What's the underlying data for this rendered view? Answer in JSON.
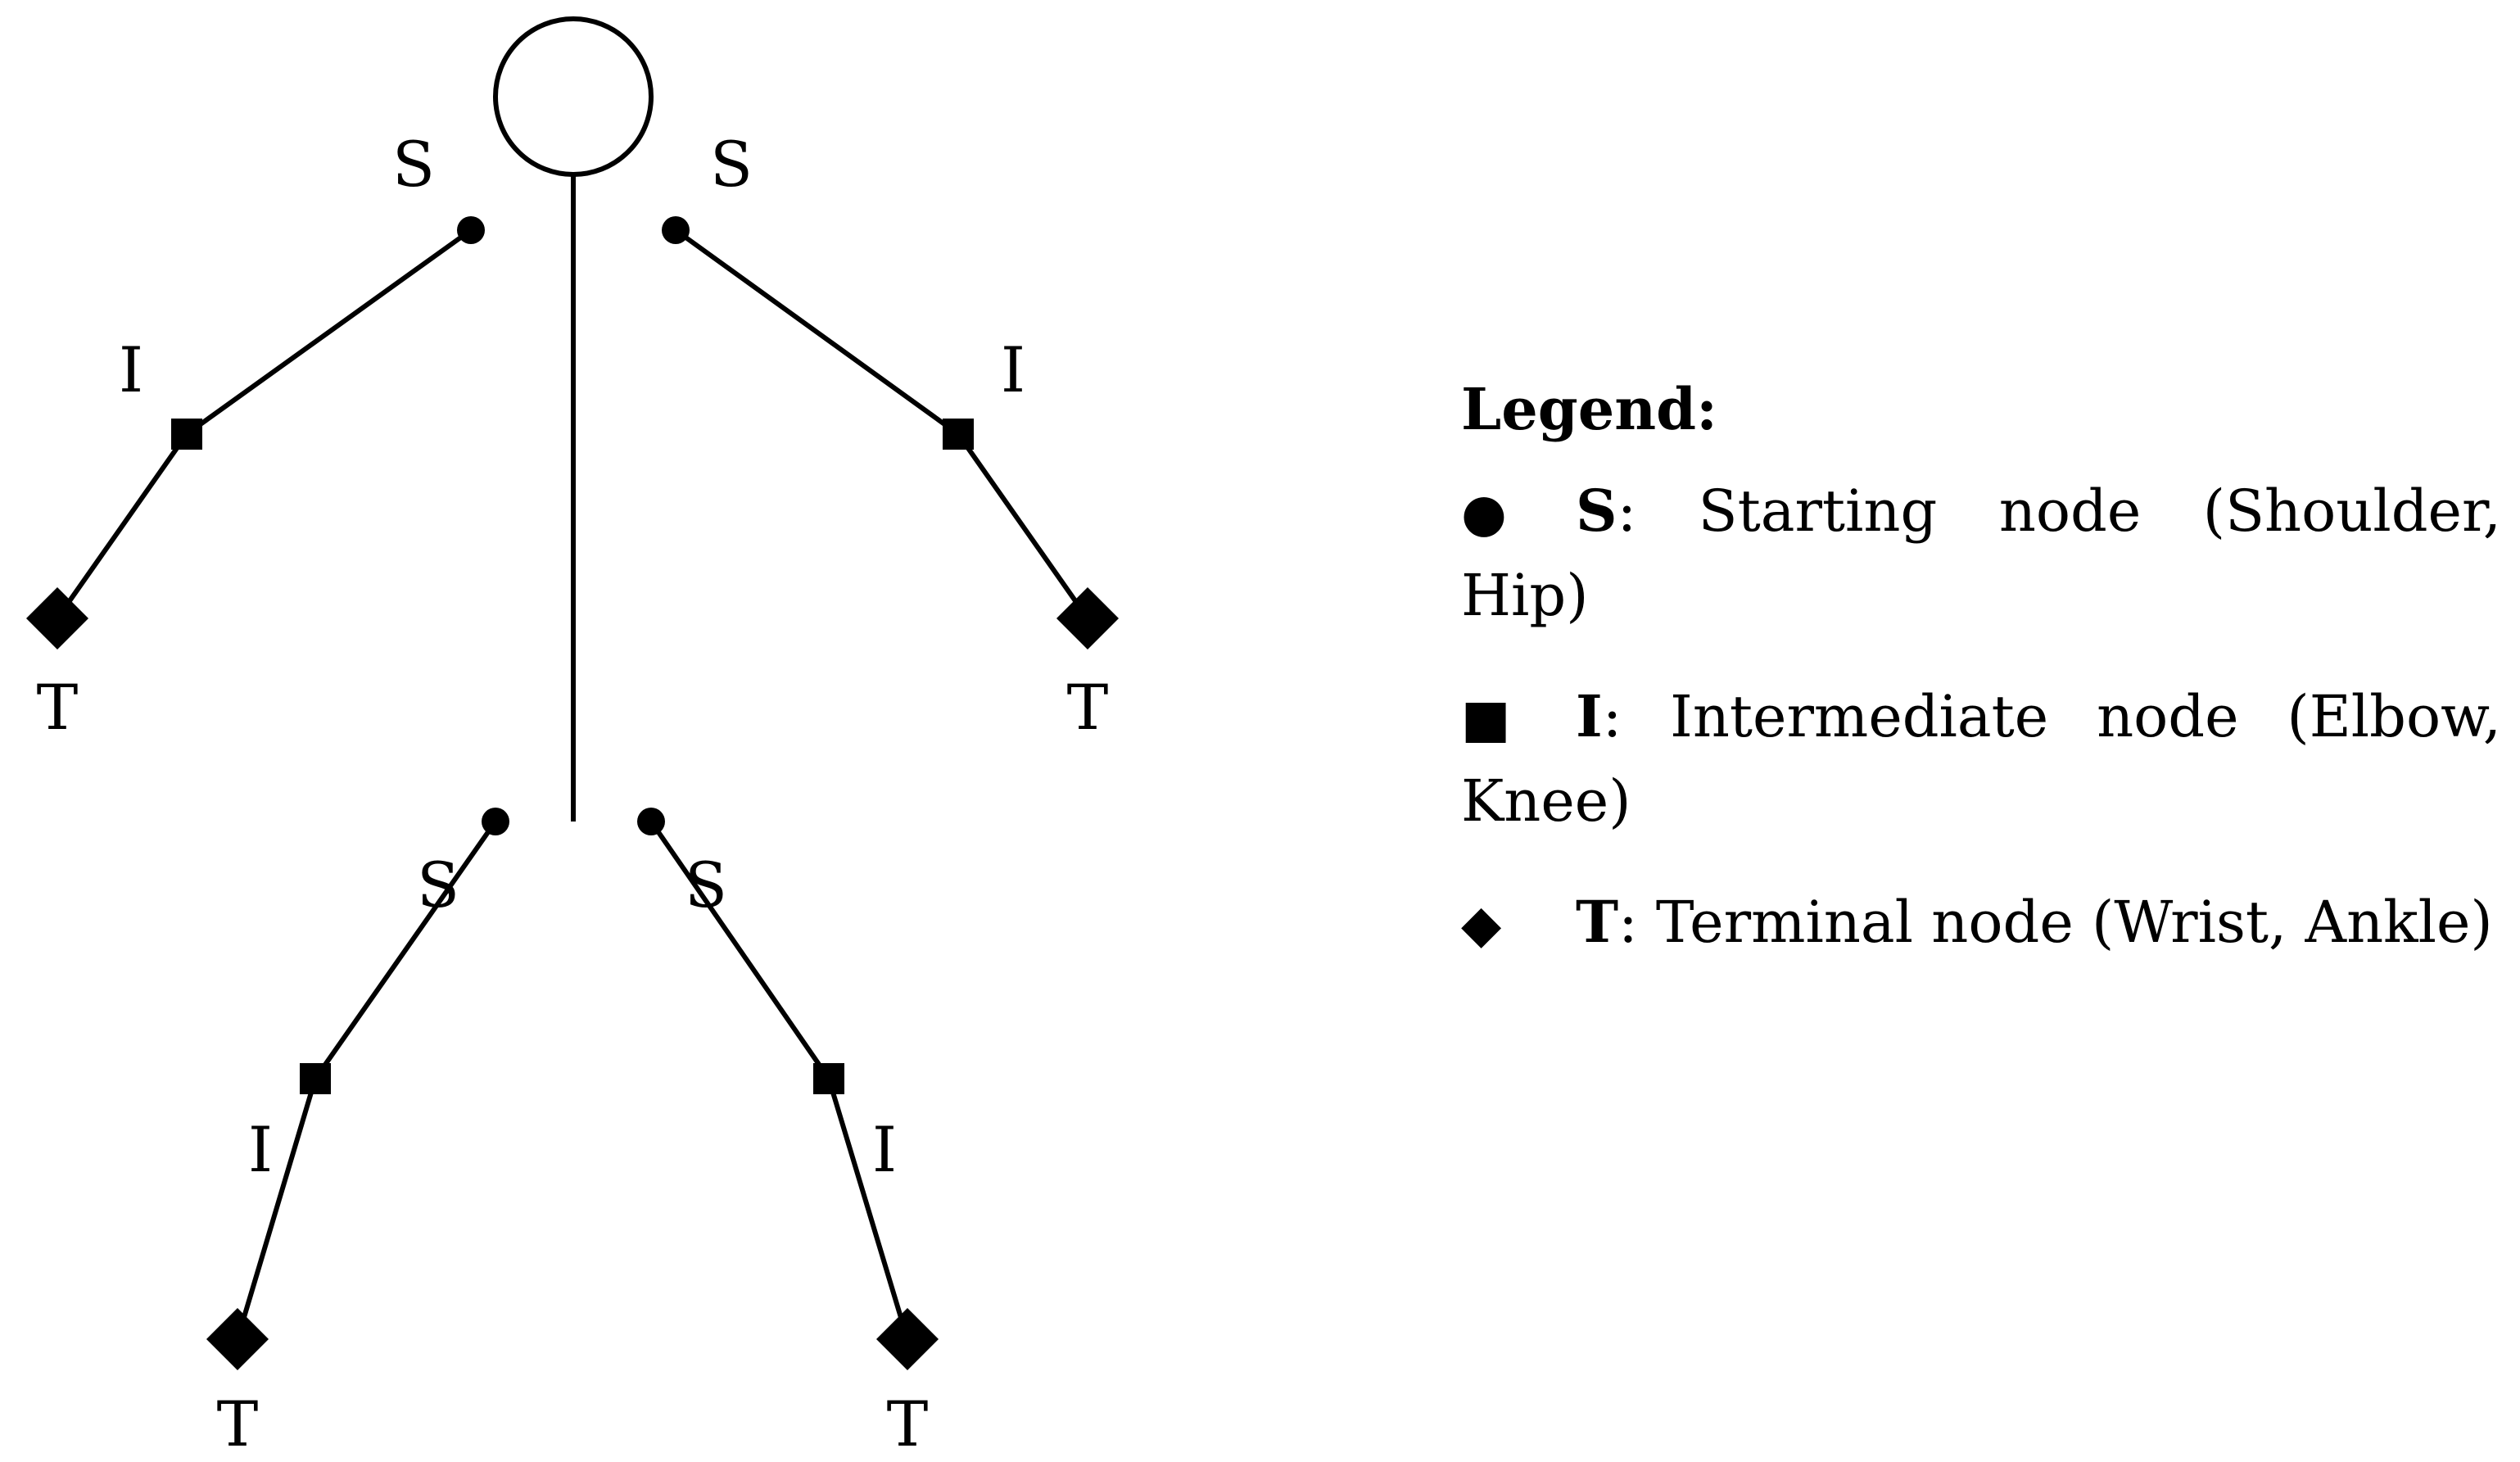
{
  "diagram": {
    "node_labels": {
      "starting": "S",
      "intermediate": "I",
      "terminal": "T"
    },
    "limbs": [
      {
        "name": "upper-left-limb",
        "nodes": [
          "starting",
          "intermediate",
          "terminal"
        ]
      },
      {
        "name": "upper-right-limb",
        "nodes": [
          "starting",
          "intermediate",
          "terminal"
        ]
      },
      {
        "name": "lower-left-limb",
        "nodes": [
          "starting",
          "intermediate",
          "terminal"
        ]
      },
      {
        "name": "lower-right-limb",
        "nodes": [
          "starting",
          "intermediate",
          "terminal"
        ]
      }
    ],
    "colors": {
      "stroke": "#000000",
      "fill": "#000000",
      "background": "#ffffff"
    }
  },
  "legend": {
    "title": "Legend:",
    "entries": [
      {
        "icon": "circle-icon",
        "glyph": "●",
        "key": "S",
        "text": ": Starting node (Shoulder, Hip)"
      },
      {
        "icon": "square-icon",
        "glyph": "■",
        "key": "I",
        "text": ": Intermediate node (Elbow, Knee)"
      },
      {
        "icon": "diamond-icon",
        "glyph": "◆",
        "key": "T",
        "text": ": Terminal node (Wrist, Ankle)"
      }
    ]
  }
}
